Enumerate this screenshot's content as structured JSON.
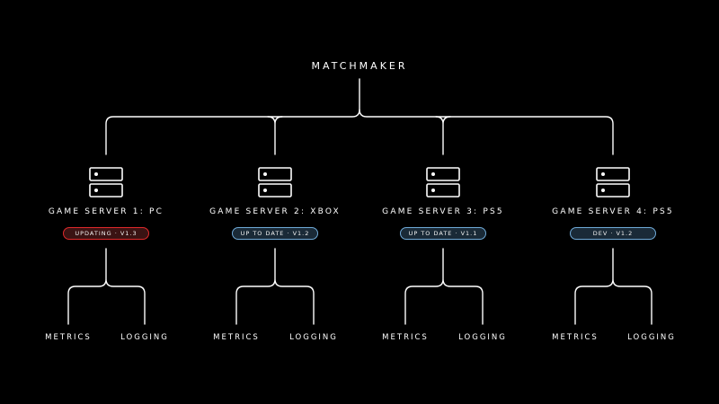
{
  "root": {
    "label": "MATCHMAKER"
  },
  "colors": {
    "background": "#000000",
    "line": "#ffffff",
    "status_updating": "#e0292b",
    "status_ok": "#6faad8"
  },
  "servers": [
    {
      "name": "GAME SERVER 1: PC",
      "icon": "server-icon",
      "status": "UPDATING · V1.3",
      "children": [
        "METRICS",
        "LOGGING"
      ]
    },
    {
      "name": "GAME SERVER 2: XBOX",
      "icon": "server-icon",
      "status": "UP TO DATE · V1.2",
      "children": [
        "METRICS",
        "LOGGING"
      ]
    },
    {
      "name": "GAME SERVER 3: PS5",
      "icon": "server-icon",
      "status": "UP TO DATE · V1.1",
      "children": [
        "METRICS",
        "LOGGING"
      ]
    },
    {
      "name": "GAME SERVER 4: PS5",
      "icon": "server-icon",
      "status": "DEV · V1.2",
      "children": [
        "METRICS",
        "LOGGING"
      ]
    }
  ]
}
